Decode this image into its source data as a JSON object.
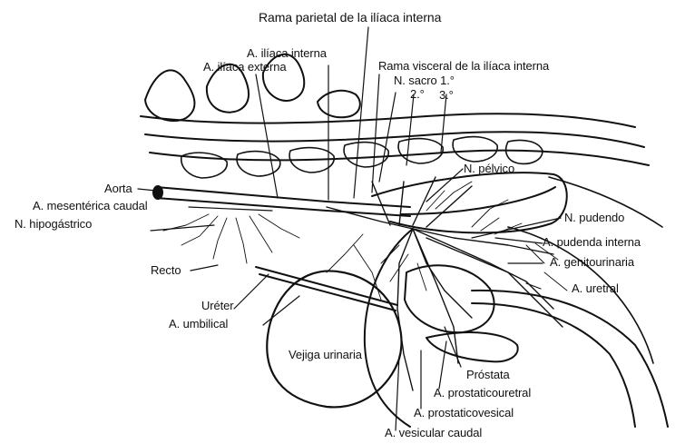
{
  "labels": {
    "rama_parietal": "Rama parietal de la ilíaca interna",
    "a_iliaca_interna": "A. ilíaca interna",
    "a_iliaca_externa": "A. ilíaca externa",
    "rama_visceral": "Rama visceral de la ilíaca interna",
    "n_sacro_1": "N. sacro 1.°",
    "n_sacro_2": "2.°",
    "n_sacro_3": "3.°",
    "n_pelvico": "N. pélvico",
    "aorta": "Aorta",
    "a_mesenterica_caudal": "A. mesentérica caudal",
    "n_hipogastrico": "N. hipogástrico",
    "n_pudendo": "N. pudendo",
    "a_pudenda_interna": "A. pudenda interna",
    "a_genitourinaria": "A. genitourinaria",
    "recto": "Recto",
    "a_uretral": "A. uretral",
    "ureter": "Uréter",
    "a_umbilical": "A. umbilical",
    "vejiga_urinaria": "Vejiga urinaria",
    "prostata": "Próstata",
    "a_prostaticouretral": "A. prostaticouretral",
    "a_prostaticovesical": "A. prostaticovesical",
    "a_vesicular_caudal": "A. vesicular caudal"
  }
}
